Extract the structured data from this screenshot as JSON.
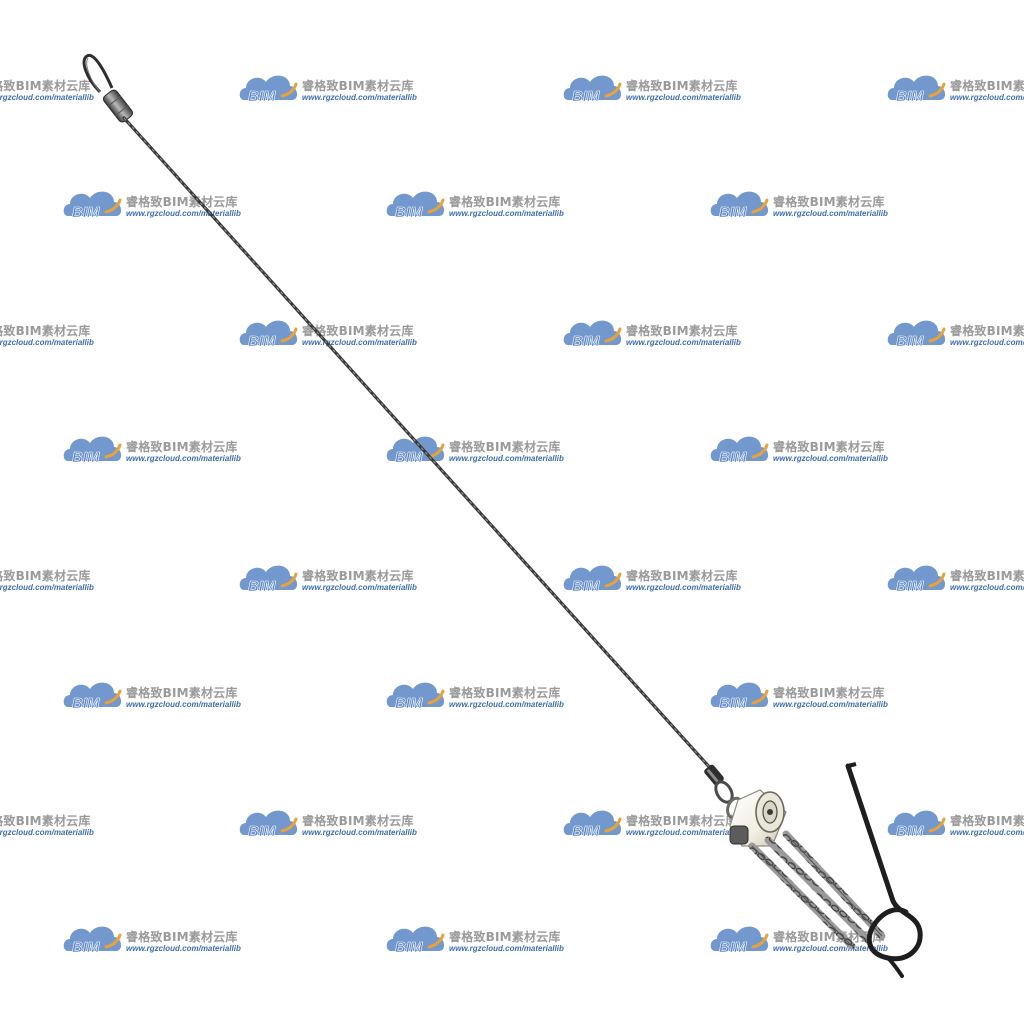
{
  "watermark": {
    "logo_text": "BIM",
    "brand_cn": "睿格致BIM素材云库",
    "url": "www.rgzcloud.com/materiallib",
    "colors": {
      "cloud": "#5b86c5",
      "accent": "#e8a23a",
      "text": "#9a9a9a",
      "url": "#3f6fb0"
    }
  },
  "object": {
    "subject": "steel wire rope hanger with turnbuckle, chains and hook",
    "colors": {
      "cable": "#4a4a4a",
      "metal": "#8c8c8c",
      "pulley": "#f2f0e6",
      "hook": "#1e1e1e"
    }
  }
}
